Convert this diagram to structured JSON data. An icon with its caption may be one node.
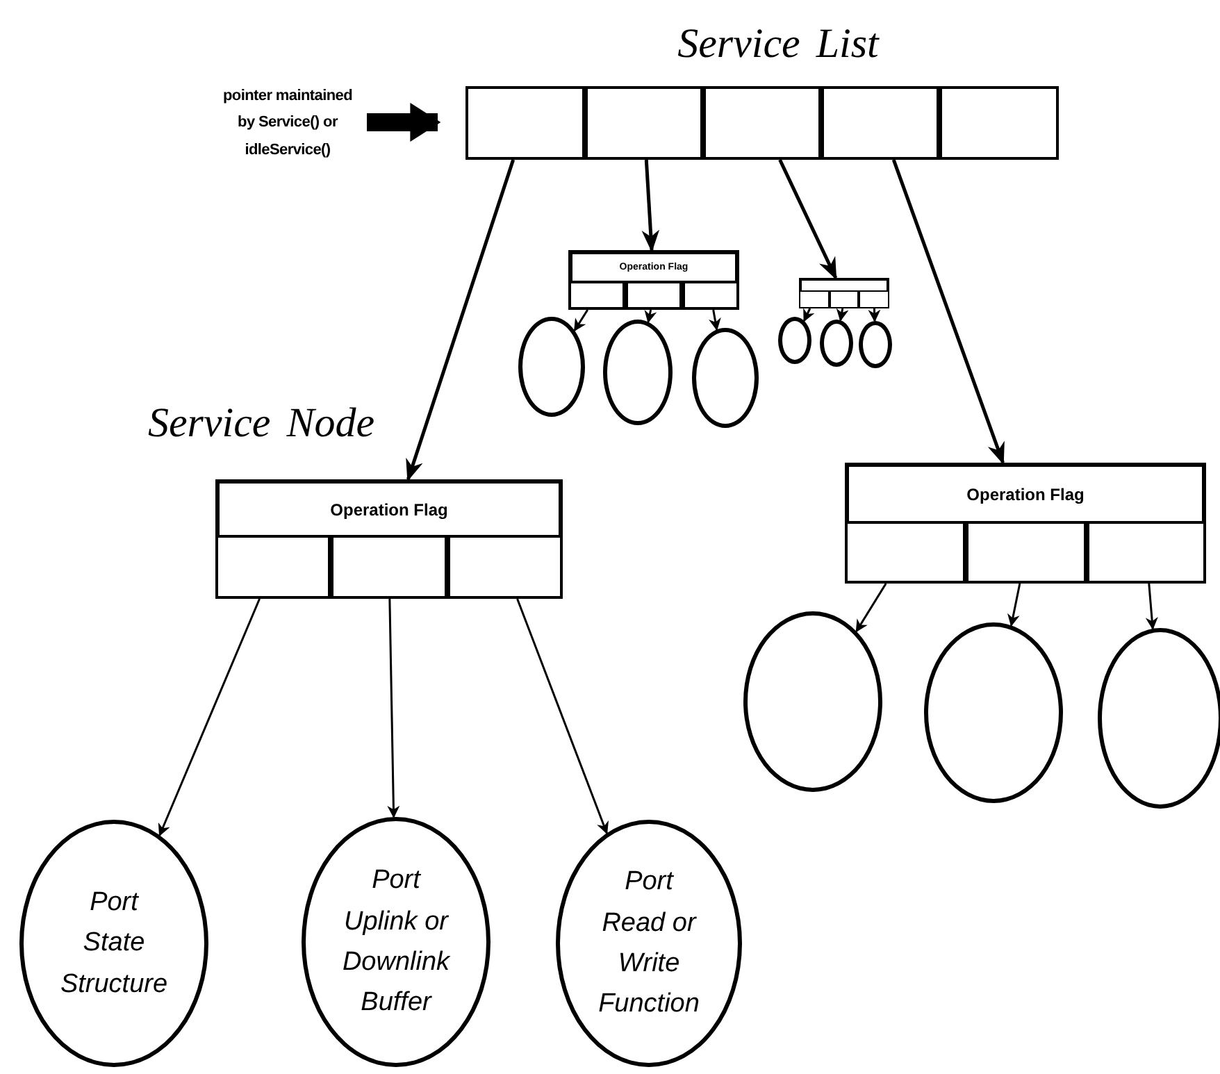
{
  "diagram": {
    "nodes": [
      {
        "text": [],
        "shape": "bar"
      },
      {
        "text": [],
        "shape": "box",
        "in": 0
      },
      {
        "text": [],
        "shape": "box",
        "in": 0
      },
      {
        "text": [],
        "shape": "box",
        "in": 0
      },
      {
        "text": [],
        "shape": "box",
        "in": 0
      },
      {
        "text": [],
        "shape": "box",
        "in": 0
      },
      {
        "text": [
          "pointer maintained by Service() or idleService()"
        ]
      },
      {
        "text": [
          "Operation Flag"
        ]
      },
      {
        "text": [],
        "shape": "box",
        "in": 7
      },
      {
        "text": [],
        "shape": "box",
        "in": 7
      },
      {
        "text": [],
        "shape": "box",
        "in": 7
      },
      {
        "text": [],
        "shape": "circle"
      },
      {
        "text": [],
        "shape": "circle"
      },
      {
        "text": [],
        "shape": "circle"
      },
      {
        "text": [],
        "shape": "box"
      },
      {
        "text": [],
        "shape": "box",
        "in": 14
      },
      {
        "text": [],
        "shape": "box",
        "in": 14
      },
      {
        "text": [],
        "shape": "box",
        "in": 14
      },
      {
        "text": [],
        "shape": "circle"
      },
      {
        "text": [],
        "shape": "circle"
      },
      {
        "text": [],
        "shape": "circle"
      },
      {
        "text": [
          "Operation Flag"
        ]
      },
      {
        "text": [],
        "shape": "box",
        "in": 21
      },
      {
        "text": [],
        "shape": "box",
        "in": 21
      },
      {
        "text": [],
        "shape": "box",
        "in": 21
      },
      {
        "text": [
          "Port State Structure"
        ]
      },
      {
        "text": [
          "Port Uplink or Downlink Buffer"
        ]
      },
      {
        "text": [
          "Port Read or Write Function"
        ]
      },
      {
        "text": [
          "Operation Flag"
        ]
      },
      {
        "text": [],
        "shape": "box",
        "in": 28
      },
      {
        "text": [],
        "shape": "box",
        "in": 28
      },
      {
        "text": [],
        "shape": "box",
        "in": 28
      },
      {
        "text": [],
        "shape": "circle"
      },
      {
        "text": [],
        "shape": "circle"
      },
      {
        "text": [],
        "shape": "circle"
      }
    ],
    "edges": [
      {
        "from": 6,
        "to": 1,
        "arrow": "to",
        "style": "thick"
      },
      {
        "from": 1,
        "to": 21,
        "arrow": "to"
      },
      {
        "from": 2,
        "to": 7,
        "arrow": "to"
      },
      {
        "from": 3,
        "to": 14,
        "arrow": "to"
      },
      {
        "from": 4,
        "to": 28,
        "arrow": "to"
      },
      {
        "from": 8,
        "to": 11,
        "arrow": "to"
      },
      {
        "from": 9,
        "to": 12,
        "arrow": "to"
      },
      {
        "from": 10,
        "to": 13,
        "arrow": "to"
      },
      {
        "from": 15,
        "to": 18,
        "arrow": "to"
      },
      {
        "from": 16,
        "to": 19,
        "arrow": "to"
      },
      {
        "from": 17,
        "to": 20,
        "arrow": "to"
      },
      {
        "from": 22,
        "to": 25,
        "arrow": "to"
      },
      {
        "from": 23,
        "to": 26,
        "arrow": "to"
      },
      {
        "from": 24,
        "to": 27,
        "arrow": "to"
      },
      {
        "from": 29,
        "to": 32,
        "arrow": "to"
      },
      {
        "from": 30,
        "to": 33,
        "arrow": "to"
      },
      {
        "from": 31,
        "to": 34,
        "arrow": "to"
      }
    ],
    "labels": [
      "Service List",
      "Service Node"
    ]
  }
}
